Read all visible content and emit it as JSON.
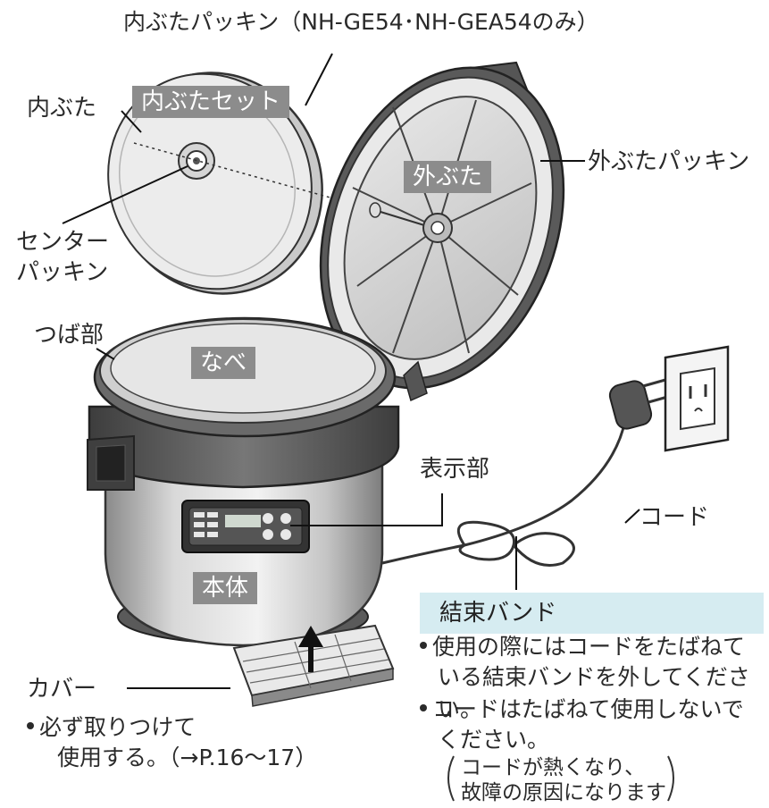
{
  "labels": {
    "inner_lid_packing": "内ぶたパッキン（NH-GE54･NH-GEA54のみ）",
    "inner_lid": "内ぶた",
    "inner_lid_set": "内ぶたセット",
    "outer_lid": "外ぶた",
    "outer_lid_packing": "外ぶたパッキン",
    "center_packing_line1": "センター",
    "center_packing_line2": "パッキン",
    "flange": "つば部",
    "pot": "なべ",
    "display": "表示部",
    "cord": "コード",
    "body": "本体",
    "binding_band": "結束バンド",
    "cover": "カバー"
  },
  "notes": {
    "cover_note_line1": "必ず取りつけて",
    "cover_note_line2": "使用する。（→P.16〜17）",
    "band_note1_line1": "使用の際にはコードをたばねて",
    "band_note1_line2": "いる結束バンドを外してください。",
    "band_note2_line1": "コードはたばねて使用しないで",
    "band_note2_line2": "ください。",
    "warning_line1": "コードが熱くなり、",
    "warning_line2": "故障の原因になります"
  },
  "colors": {
    "tag_bg": "#8c8c8c",
    "note_header_bg": "#d6ecf1",
    "outline": "#333333"
  }
}
